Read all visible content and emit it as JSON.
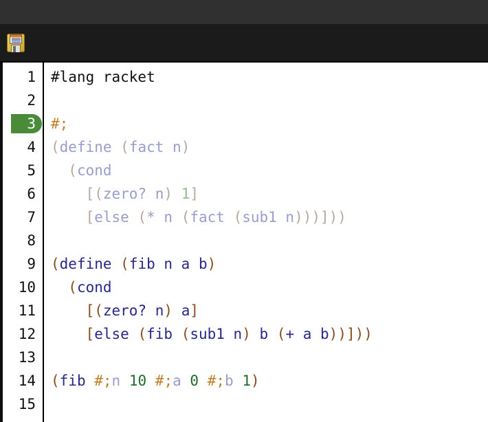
{
  "window": {
    "titlebar_color": "#303030",
    "toolbar_color": "#1b1b1b",
    "editor_background": "#ffffff"
  },
  "toolbar": {
    "save_icon_name": "floppy-disk-save-icon",
    "save_tooltip": "Save"
  },
  "editor": {
    "language_marker": "#lang racket",
    "current_line": 3,
    "highlight_color": "#4a8b39",
    "total_lines": 15,
    "colors": {
      "paren": "#8a4a1e",
      "identifier": "#27278c",
      "number": "#1e6b2a",
      "hash_semicolon": "#c07f28",
      "dim_paren": "#baa79f",
      "dim_identifier": "#9a9cce",
      "dim_number": "#8fc08a",
      "plain": "#111111"
    },
    "lines": [
      {
        "number": "1",
        "text": "#lang racket",
        "tokens": [
          {
            "t": "#lang racket",
            "c": "t-plain"
          }
        ]
      },
      {
        "number": "2",
        "text": "",
        "tokens": []
      },
      {
        "number": "3",
        "text": "#;",
        "tokens": [
          {
            "t": "#;",
            "c": "t-hash"
          }
        ]
      },
      {
        "number": "4",
        "text": "(define (fact n)",
        "tokens": [
          {
            "t": "(",
            "c": "d-paren"
          },
          {
            "t": "define ",
            "c": "d-ident"
          },
          {
            "t": "(",
            "c": "d-paren"
          },
          {
            "t": "fact n",
            "c": "d-ident"
          },
          {
            "t": ")",
            "c": "d-paren"
          }
        ]
      },
      {
        "number": "5",
        "text": "  (cond",
        "tokens": [
          {
            "t": "  ",
            "c": "d-ident"
          },
          {
            "t": "(",
            "c": "d-paren"
          },
          {
            "t": "cond",
            "c": "d-ident"
          }
        ]
      },
      {
        "number": "6",
        "text": "    [(zero? n) 1]",
        "tokens": [
          {
            "t": "    ",
            "c": "d-ident"
          },
          {
            "t": "[(",
            "c": "d-paren"
          },
          {
            "t": "zero? n",
            "c": "d-ident"
          },
          {
            "t": ") ",
            "c": "d-paren"
          },
          {
            "t": "1",
            "c": "d-num"
          },
          {
            "t": "]",
            "c": "d-paren"
          }
        ]
      },
      {
        "number": "7",
        "text": "    [else (* n (fact (sub1 n)))]))",
        "tokens": [
          {
            "t": "    ",
            "c": "d-ident"
          },
          {
            "t": "[",
            "c": "d-paren"
          },
          {
            "t": "else ",
            "c": "d-ident"
          },
          {
            "t": "(",
            "c": "d-paren"
          },
          {
            "t": "* n ",
            "c": "d-ident"
          },
          {
            "t": "(",
            "c": "d-paren"
          },
          {
            "t": "fact ",
            "c": "d-ident"
          },
          {
            "t": "(",
            "c": "d-paren"
          },
          {
            "t": "sub1 n",
            "c": "d-ident"
          },
          {
            "t": ")))]))",
            "c": "d-paren"
          }
        ]
      },
      {
        "number": "8",
        "text": "",
        "tokens": []
      },
      {
        "number": "9",
        "text": "(define (fib n a b)",
        "tokens": [
          {
            "t": "(",
            "c": "t-paren"
          },
          {
            "t": "define ",
            "c": "t-ident"
          },
          {
            "t": "(",
            "c": "t-paren"
          },
          {
            "t": "fib n a b",
            "c": "t-ident"
          },
          {
            "t": ")",
            "c": "t-paren"
          }
        ]
      },
      {
        "number": "10",
        "text": "  (cond",
        "tokens": [
          {
            "t": "  ",
            "c": "t-ident"
          },
          {
            "t": "(",
            "c": "t-paren"
          },
          {
            "t": "cond",
            "c": "t-ident"
          }
        ]
      },
      {
        "number": "11",
        "text": "    [(zero? n) a]",
        "tokens": [
          {
            "t": "    ",
            "c": "t-ident"
          },
          {
            "t": "[(",
            "c": "t-paren"
          },
          {
            "t": "zero? n",
            "c": "t-ident"
          },
          {
            "t": ") ",
            "c": "t-paren"
          },
          {
            "t": "a",
            "c": "t-ident"
          },
          {
            "t": "]",
            "c": "t-paren"
          }
        ]
      },
      {
        "number": "12",
        "text": "    [else (fib (sub1 n) b (+ a b))]))",
        "tokens": [
          {
            "t": "    ",
            "c": "t-ident"
          },
          {
            "t": "[",
            "c": "t-paren"
          },
          {
            "t": "else ",
            "c": "t-ident"
          },
          {
            "t": "(",
            "c": "t-paren"
          },
          {
            "t": "fib ",
            "c": "t-ident"
          },
          {
            "t": "(",
            "c": "t-paren"
          },
          {
            "t": "sub1 n",
            "c": "t-ident"
          },
          {
            "t": ") ",
            "c": "t-paren"
          },
          {
            "t": "b ",
            "c": "t-ident"
          },
          {
            "t": "(",
            "c": "t-paren"
          },
          {
            "t": "+ a b",
            "c": "t-ident"
          },
          {
            "t": "))]))",
            "c": "t-paren"
          }
        ]
      },
      {
        "number": "13",
        "text": "",
        "tokens": []
      },
      {
        "number": "14",
        "text": "(fib #;n 10 #;a 0 #;b 1)",
        "tokens": [
          {
            "t": "(",
            "c": "t-paren"
          },
          {
            "t": "fib ",
            "c": "t-ident"
          },
          {
            "t": "#;",
            "c": "t-hash"
          },
          {
            "t": "n",
            "c": "d-ident"
          },
          {
            "t": " ",
            "c": "t-plain"
          },
          {
            "t": "10",
            "c": "t-num"
          },
          {
            "t": " ",
            "c": "t-plain"
          },
          {
            "t": "#;",
            "c": "t-hash"
          },
          {
            "t": "a",
            "c": "d-ident"
          },
          {
            "t": " ",
            "c": "t-plain"
          },
          {
            "t": "0",
            "c": "t-num"
          },
          {
            "t": " ",
            "c": "t-plain"
          },
          {
            "t": "#;",
            "c": "t-hash"
          },
          {
            "t": "b",
            "c": "d-ident"
          },
          {
            "t": " ",
            "c": "t-plain"
          },
          {
            "t": "1",
            "c": "t-num"
          },
          {
            "t": ")",
            "c": "t-paren"
          }
        ]
      },
      {
        "number": "15",
        "text": "",
        "tokens": []
      }
    ]
  }
}
